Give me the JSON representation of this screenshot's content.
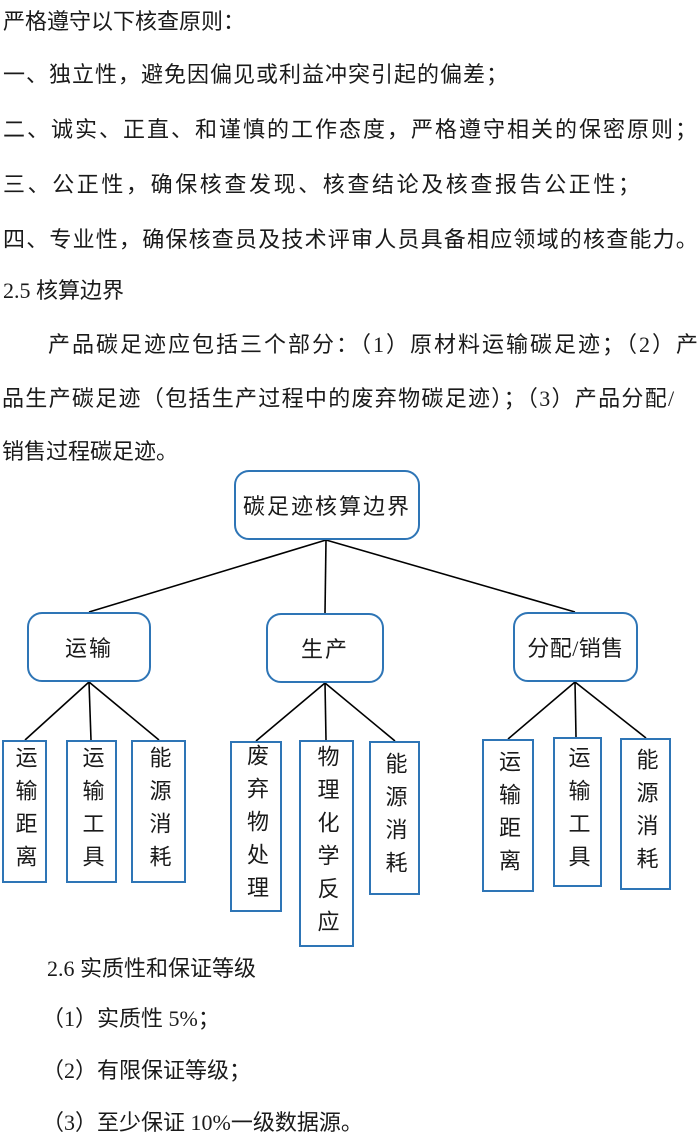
{
  "page": {
    "background": "#ffffff",
    "text_color": "#1a1a1a"
  },
  "document": {
    "intro": "严格遵守以下核查原则：",
    "principles": [
      "一、独立性，避免因偏见或利益冲突引起的偏差；",
      "二、诚实、正直、和谨慎的工作态度，严格遵守相关的保密原则；",
      "三、公正性，确保核查发现、核查结论及核查报告公正性；",
      "四、专业性，确保核查员及技术评审人员具备相应领域的核查能力。"
    ],
    "section_2_5": {
      "heading": "2.5 核算边界",
      "body_lines": [
        "产品碳足迹应包括三个部分：（1）原材料运输碳足迹；（2）产",
        "品生产碳足迹（包括生产过程中的废弃物碳足迹）；（3）产品分配/",
        "销售过程碳足迹。"
      ]
    },
    "section_2_6": {
      "heading": "2.6 实质性和保证等级",
      "items": [
        "（1）实质性 5%；",
        "（2）有限保证等级；",
        "（3）至少保证 10%一级数据源。"
      ]
    }
  },
  "diagram": {
    "root_label": "碳足迹核算边界",
    "branches": [
      {
        "label": "运输",
        "children": [
          "运输距离",
          "运输工具",
          "能源消耗"
        ]
      },
      {
        "label": "生产",
        "children": [
          "废弃物处理",
          "物理化学反应",
          "能源消耗"
        ]
      },
      {
        "label": "分配/销售",
        "children": [
          "运输距离",
          "运输工具",
          "能源消耗"
        ]
      }
    ],
    "colors": {
      "box_border": "#2E75B6",
      "connector": "#000000"
    }
  }
}
